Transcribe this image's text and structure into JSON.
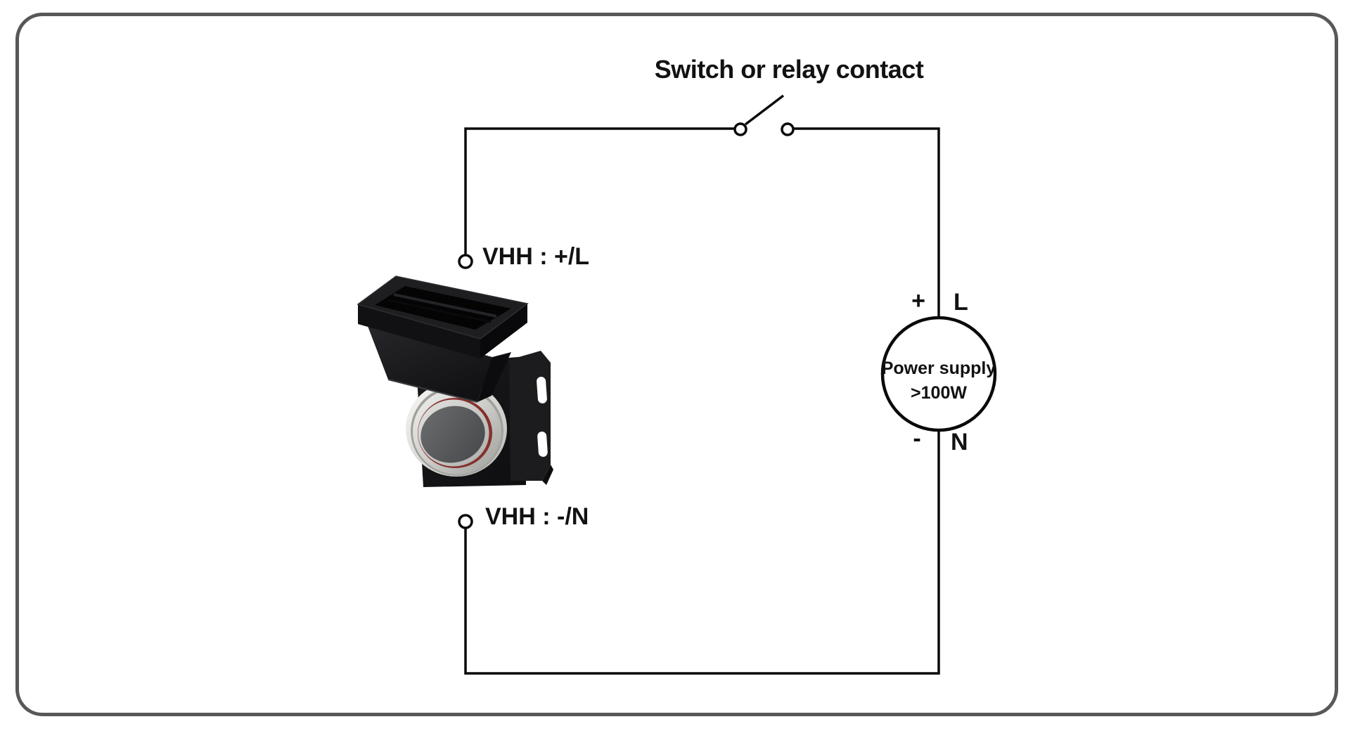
{
  "frame": {
    "border_color": "#58585a",
    "background_color": "#ffffff"
  },
  "diagram": {
    "title": "Switch or relay contact",
    "wire_color": "#0a0a0a",
    "terminals": {
      "positive": "VHH : +/L",
      "negative": "VHH : -/N"
    },
    "power_supply": {
      "name": "Power supply",
      "rating": ">100W",
      "positive_sign": "+",
      "negative_sign": "-",
      "live": "L",
      "neutral": "N"
    },
    "icons": {
      "device": "siren-horn-device",
      "switch": "open-switch-contact",
      "source": "power-supply-circle"
    }
  }
}
